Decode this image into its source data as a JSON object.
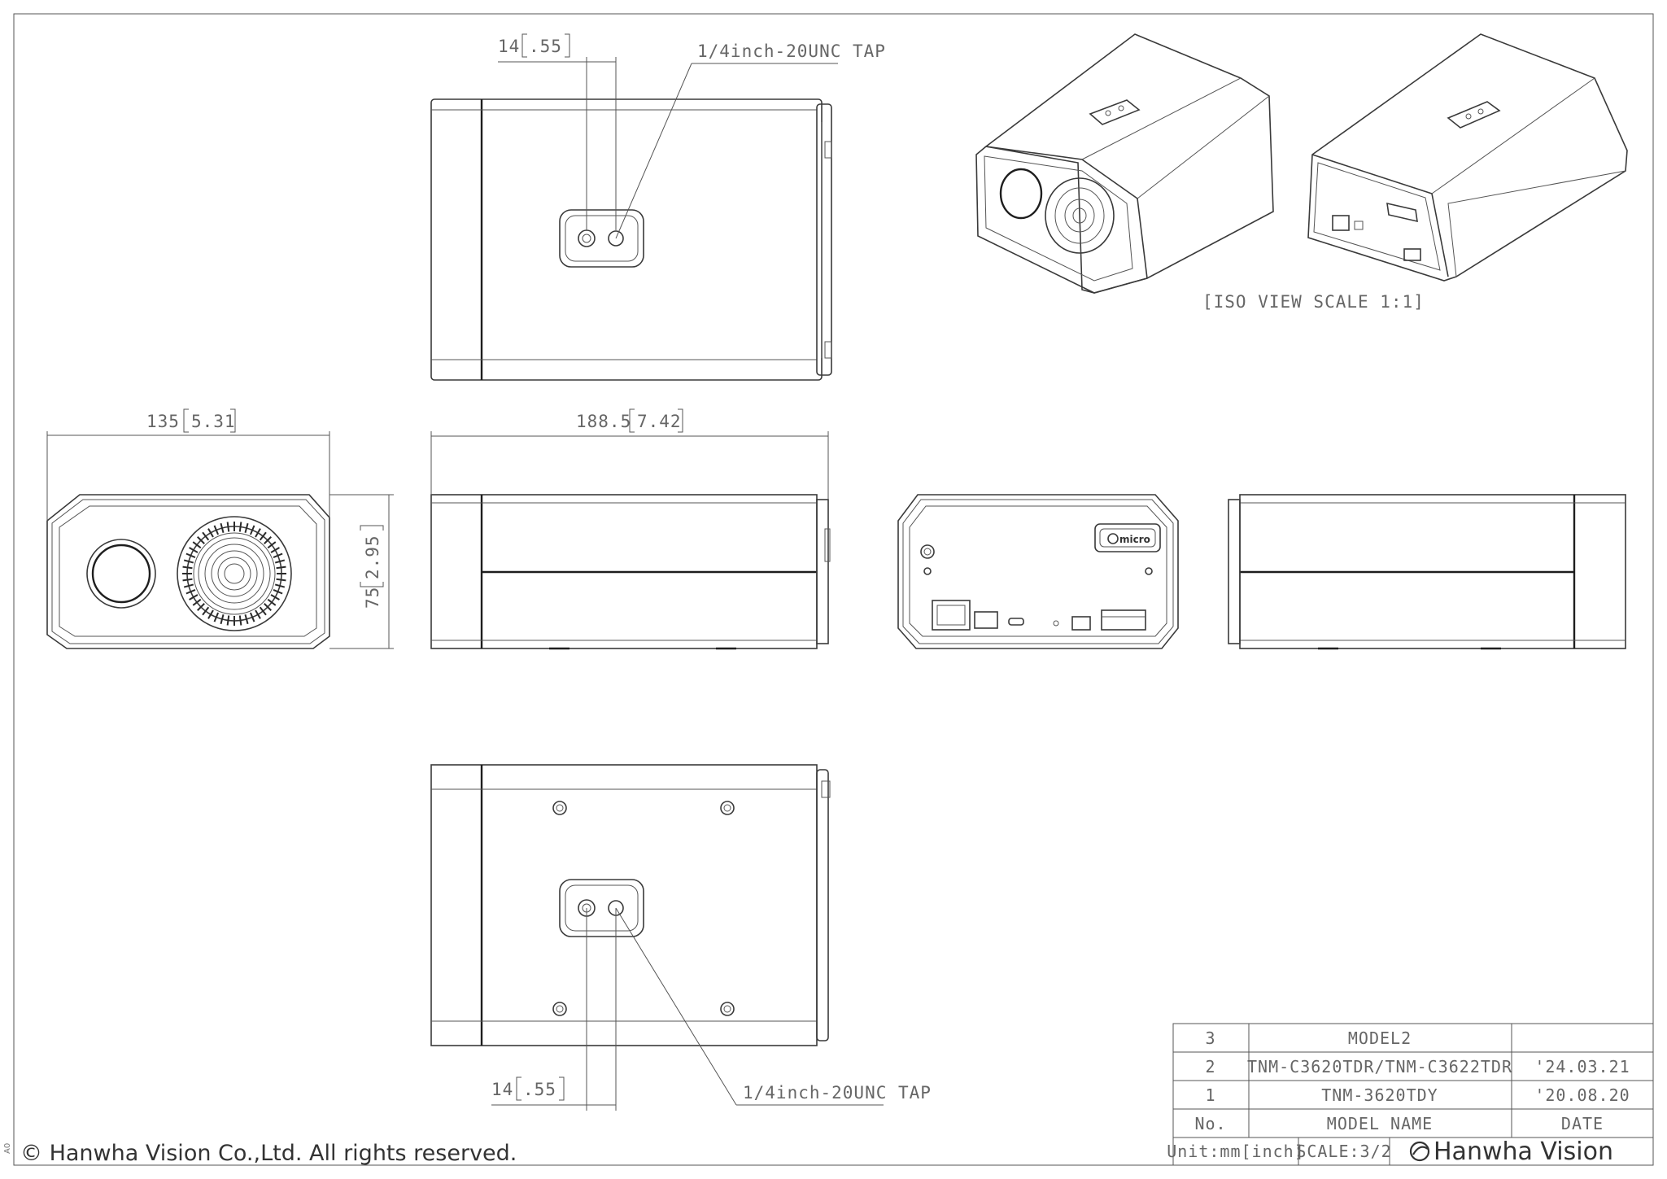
{
  "labels": {
    "top_dim_hole": "14",
    "top_dim_hole_inch": ".55",
    "top_tap": "1/4inch-20UNC TAP",
    "front_width": "135",
    "front_width_inch": "5.31",
    "front_height": "75",
    "front_height_inch": "2.95",
    "side_length": "188.5",
    "side_length_inch": "7.42",
    "bottom_dim_hole": "14",
    "bottom_dim_hole_inch": ".55",
    "bottom_tap": "1/4inch-20UNC TAP",
    "iso_view": "[ISO VIEW SCALE 1:1]",
    "microsd": "micro",
    "sheet_size": "A0"
  },
  "title_block": {
    "rows": [
      {
        "no": "3",
        "model": "MODEL2",
        "date": ""
      },
      {
        "no": "2",
        "model": "TNM-C3620TDR/TNM-C3622TDR",
        "date": "'24.03.21"
      },
      {
        "no": "1",
        "model": "TNM-3620TDY",
        "date": "'20.08.20"
      }
    ],
    "header": {
      "no": "No.",
      "model": "MODEL NAME",
      "date": "DATE"
    },
    "unit": "Unit:mm[inch]",
    "scale": "SCALE:3/2",
    "brand": "Hanwha Vision"
  },
  "copyright": "© Hanwha Vision Co.,Ltd. All rights reserved."
}
